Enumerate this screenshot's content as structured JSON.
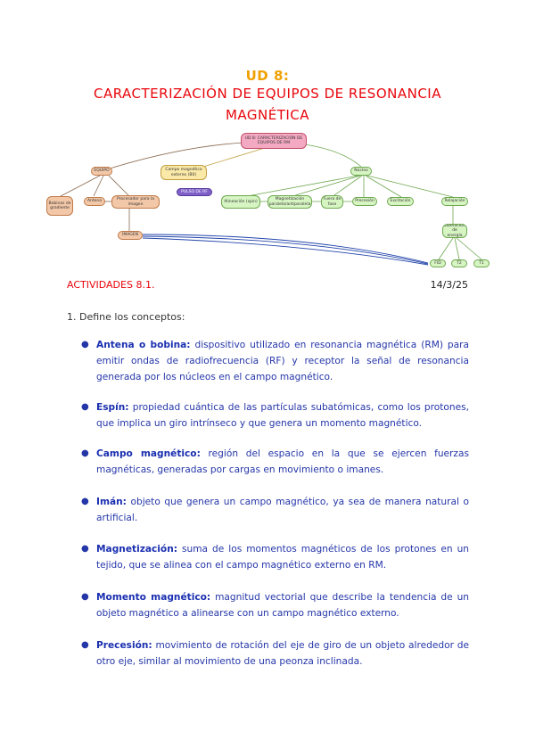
{
  "header": {
    "unit": "UD 8:",
    "title_line1": "CARACTERIZACIÓN DE EQUIPOS DE RESONANCIA",
    "title_line2": "MAGNÉTICA"
  },
  "mindmap": {
    "root": "UD 8: CARACTERIZACIÓN DE EQUIPOS DE RM",
    "n_equipo": "EQUIPO",
    "n_campo": "Campo magnético externo (B0)",
    "n_pulso": "PULSO DE RF",
    "n_nucleo": "Núcleo",
    "n_bobinas": "Bobinas de gradiente",
    "n_antena": "Antena",
    "n_procesador": "Procesador para la imagen",
    "n_imagen": "IMAGEN",
    "n_alineacion": "Alineación (spin)",
    "n_magnetizacion": "Magnetización paralela/antiparalela",
    "n_fuera": "Fuera de fase",
    "n_precesion": "Precesión",
    "n_excitacion": "Excitación",
    "n_relajacion": "Relajación",
    "n_liberacion": "Liberación de energía",
    "n_fid": "FID",
    "n_t2": "T2",
    "n_t1": "T1",
    "colors": {
      "root": "#f4a9c2",
      "orange": "#f3c8a8",
      "yellow": "#fbe9a8",
      "purple": "#7f5fc8",
      "green": "#d7f5c3",
      "blue_link": "#2244aa"
    }
  },
  "activities": {
    "label": "ACTIVIDADES 8.1.",
    "date": "14/3/25",
    "question1": "1. Define los conceptos:"
  },
  "definitions": [
    {
      "term": "Antena o bobina:",
      "text": " dispositivo utilizado en resonancia magnética (RM) para emitir ondas de radiofrecuencia (RF) y receptor la señal de resonancia generada por los núcleos en el campo magnético."
    },
    {
      "term": "Espín:",
      "text": " propiedad cuántica de las partículas subatómicas, como los protones, que implica un giro intrínseco y que genera un momento magnético."
    },
    {
      "term": "Campo magnético:",
      "text": " región del espacio en la que se ejercen fuerzas magnéticas, generadas por cargas en movimiento o imanes."
    },
    {
      "term": "Imán:",
      "text": " objeto que genera un campo magnético, ya sea de manera natural o artificial."
    },
    {
      "term": "Magnetización:",
      "text": " suma de los momentos magnéticos de los protones en un tejido, que se alinea con el campo magnético externo en RM."
    },
    {
      "term": "Momento magnético:",
      "text": " magnitud vectorial que describe la tendencia de un objeto magnético a alinearse con un campo magnético externo."
    },
    {
      "term": "Precesión:",
      "text": " movimiento de rotación del eje de giro de un objeto alrededor de otro eje, similar al movimiento de una peonza inclinada."
    }
  ]
}
